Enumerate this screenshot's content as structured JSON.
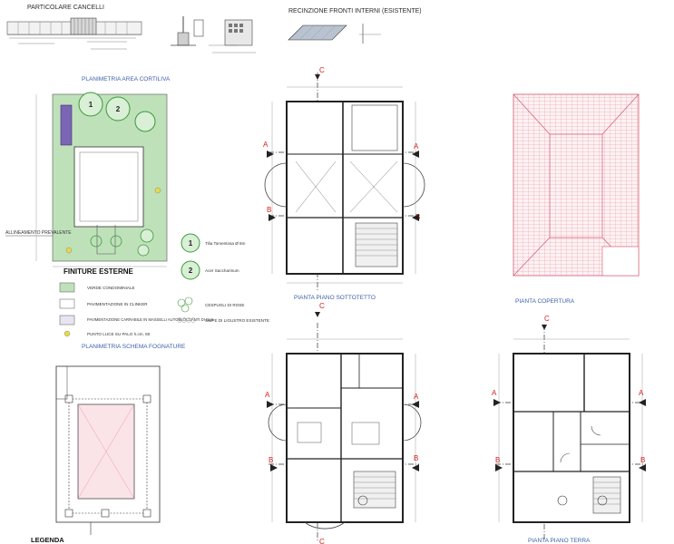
{
  "colors": {
    "ink": "#2b2b2b",
    "title_blue": "#3c5fa8",
    "marker_red": "#d42020",
    "roof_pink": "#e58a96",
    "lawn_green": "#bfe1ba",
    "tree_green": "#3a9a3a",
    "wall_gray": "#8c8c8c",
    "violet": "#7a66b5"
  },
  "top_strip": {
    "gates_title": "PARTICOLARE CANCELLI",
    "facade_title": "RECINZIONE FRONTI INTERNI (ESISTENTE)"
  },
  "courtyard": {
    "title": "PLANIMETRIA AREA CORTILIVA",
    "tree_1": "1",
    "tree_2": "2",
    "alignment_label": "ALLINEAMENTO PREVALENTE"
  },
  "finishes": {
    "title": "FINITURE ESTERNE",
    "items": [
      {
        "icon": "swatch-lawn",
        "label": "VERDE CONDOMINIALE"
      },
      {
        "icon": "swatch-clinker",
        "label": "PAVIMENTAZIONE IN CLINKER"
      },
      {
        "icon": "swatch-paver",
        "label": "PAVIMENTAZIONE CARRABILE IN MASSELLI AUTOBLOCCANTI DI CLS"
      },
      {
        "icon": "light-dot",
        "label": "PUNTO LUCE SU PALO h.cm. 80"
      }
    ],
    "species": [
      {
        "num": "1",
        "label": "Tilia Tomentosa Ø 8m"
      },
      {
        "num": "2",
        "label": "Acer Saccharinum"
      }
    ],
    "hedge_items": [
      "CESPUGLI DI ROSE",
      "SIEPE DI LIGUSTRO ESISTENTE"
    ]
  },
  "sewer": {
    "title": "PLANIMETRIA SCHEMA FOGNATURE"
  },
  "legend": {
    "title": "LEGENDA"
  },
  "attic": {
    "title": "PIANTA PIANO SOTTOTETTO"
  },
  "roof": {
    "title": "PIANTA COPERTURA"
  },
  "ground": {
    "title": "PIANTA PIANO TERRA"
  },
  "markers": {
    "a": "A",
    "b": "B",
    "c": "C"
  }
}
